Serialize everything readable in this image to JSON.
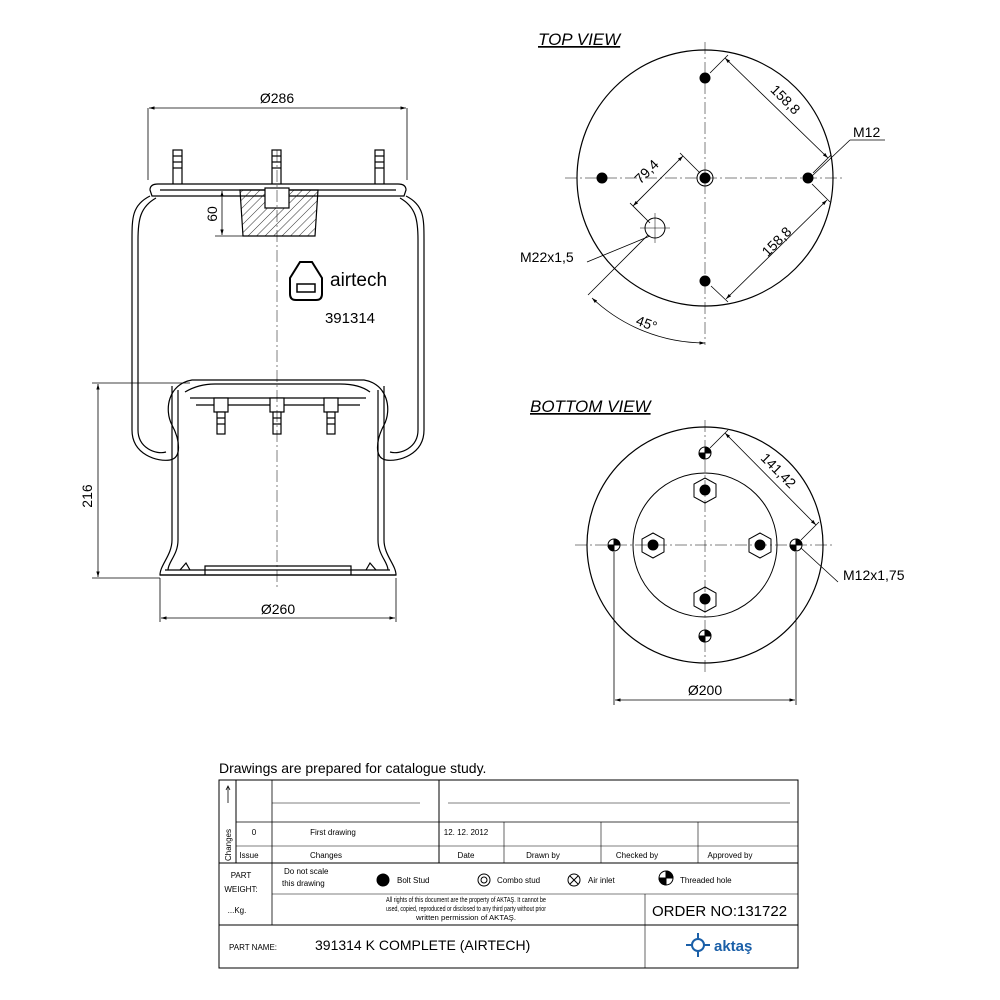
{
  "views": {
    "top_view_title": "TOP VIEW",
    "bottom_view_title": "BOTTOM VIEW"
  },
  "side_view": {
    "width_top": "Ø286",
    "dim_60": "60",
    "dim_216": "216",
    "width_bottom": "Ø260",
    "brand": "airtech",
    "part_no": "391314"
  },
  "top_view": {
    "dim_158_upper": "158,8",
    "dim_158_lower": "158,8",
    "dim_79": "79,4",
    "thread_m12": "M12",
    "thread_m22": "M22x1,5",
    "angle": "45°"
  },
  "bottom_view": {
    "dim_141": "141,42",
    "thread_m12": "M12x1,75",
    "diameter": "Ø200"
  },
  "title_block": {
    "heading": "Drawings are  prepared for  catalogue study.",
    "changes_label": "Changes",
    "rev_no": "0",
    "rev_text": "First drawing",
    "rev_date": "12. 12. 2012",
    "col_issue": "Issue",
    "col_changes": "Changes",
    "col_date": "Date",
    "col_drawn": "Drawn by",
    "col_checked": "Checked by",
    "col_approved": "Approved by",
    "part_label": "PART",
    "weight_label": "WEIGHT:",
    "kg_label": "...Kg.",
    "do_not_scale_1": "Do not scale",
    "do_not_scale_2": "this drawing",
    "legend_bolt": "Bolt Stud",
    "legend_combo": "Combo stud",
    "legend_air": "Air inlet",
    "legend_threaded": "Threaded hole",
    "legal_1": "All rights of this document are the property of AKTAŞ. It cannot be",
    "legal_2": "used, copied, reproduced or disclosed to any third party without prior",
    "legal_3": "written permission of AKTAŞ.",
    "order_label": "ORDER NO:",
    "order_no": "131722",
    "part_name_label": "PART NAME:",
    "part_name": "391314 K COMPLETE (AIRTECH)",
    "company": "aktaş"
  }
}
